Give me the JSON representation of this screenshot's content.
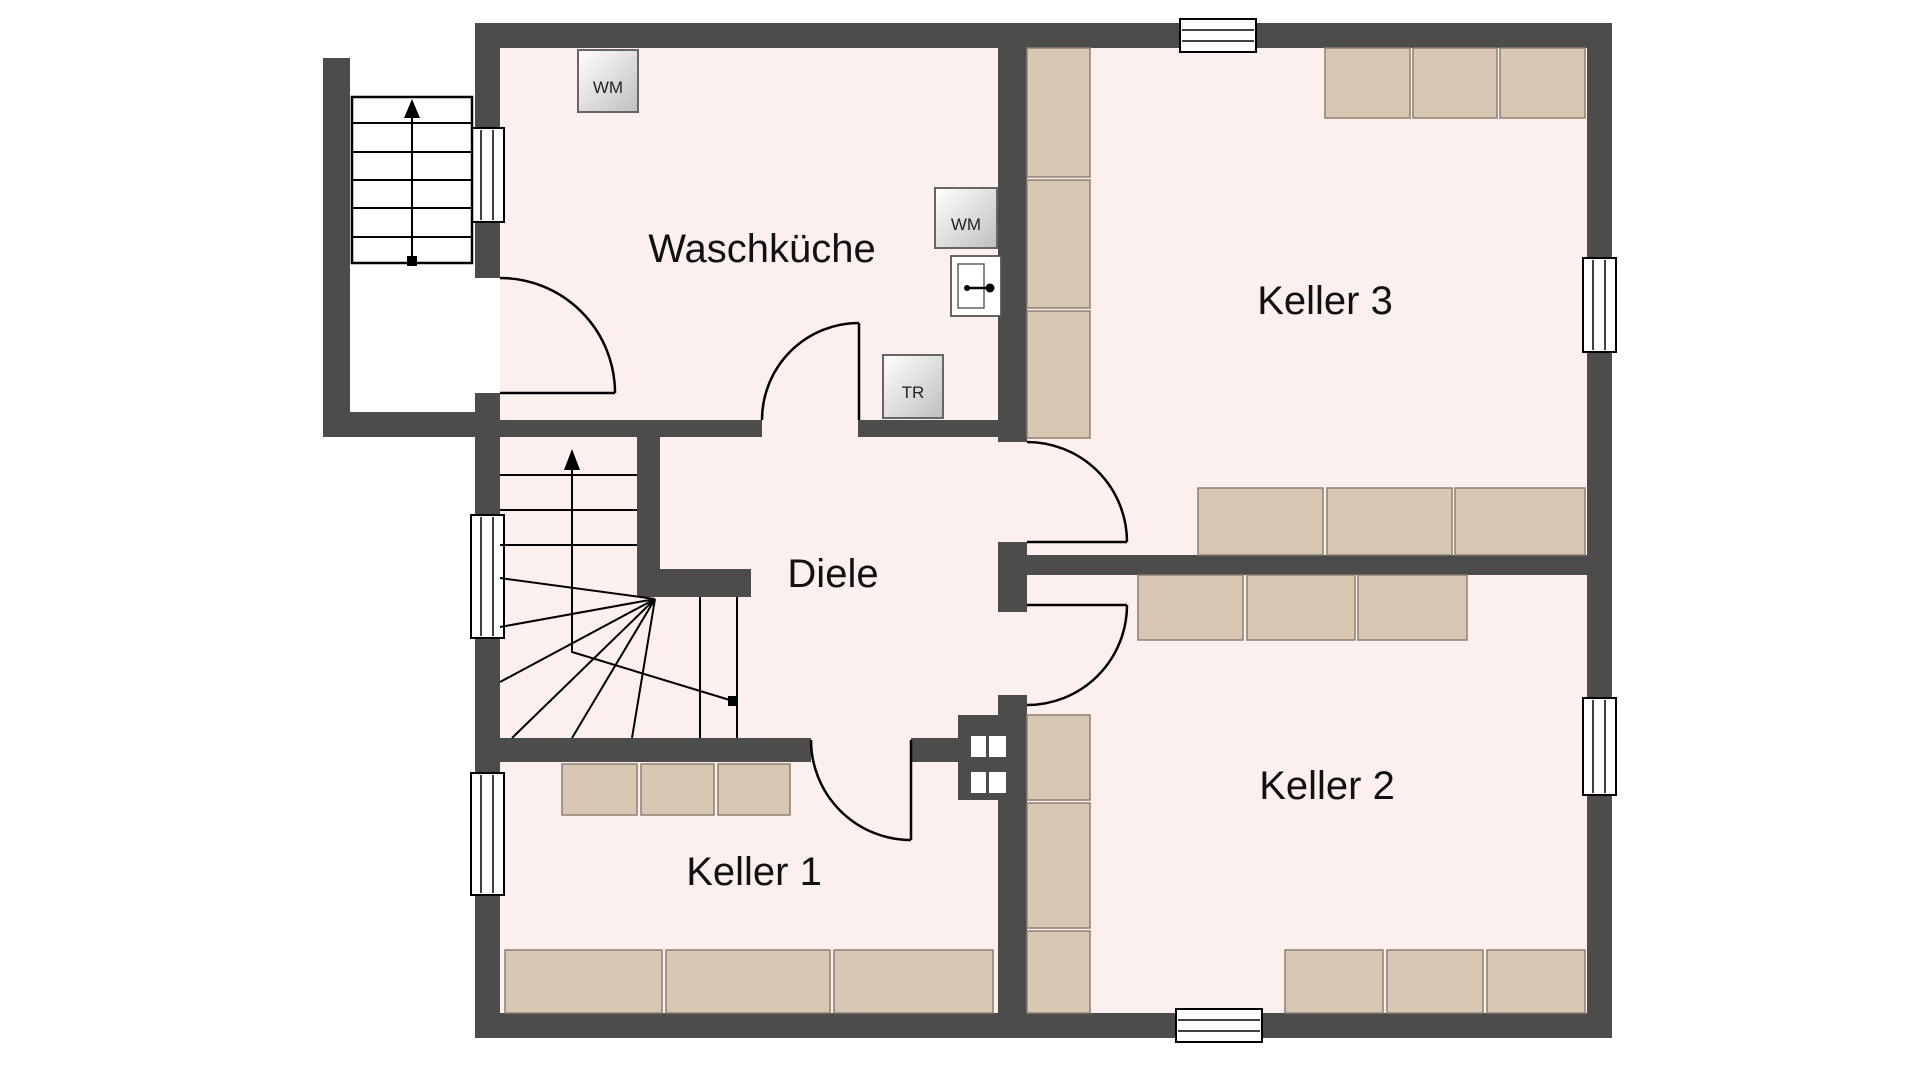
{
  "plan": {
    "type": "basement-floor-plan",
    "rooms": [
      {
        "id": "waschkueche",
        "label": "Waschküche"
      },
      {
        "id": "keller3",
        "label": "Keller 3"
      },
      {
        "id": "diele",
        "label": "Diele"
      },
      {
        "id": "keller1",
        "label": "Keller 1"
      },
      {
        "id": "keller2",
        "label": "Keller 2"
      }
    ],
    "appliances": [
      {
        "id": "wm-top",
        "label": "WM"
      },
      {
        "id": "wm-right",
        "label": "WM"
      },
      {
        "id": "tr",
        "label": "TR"
      }
    ],
    "colors": {
      "wall": "#4c4c4b",
      "floor": "#fbf0ee",
      "exterior": "#ffffff",
      "furniture": "#d8c8b3",
      "furniture_border": "#8c8071",
      "line": "#000000",
      "appliance_light": "#ffffff",
      "appliance_dark": "#bfbfbf"
    }
  }
}
